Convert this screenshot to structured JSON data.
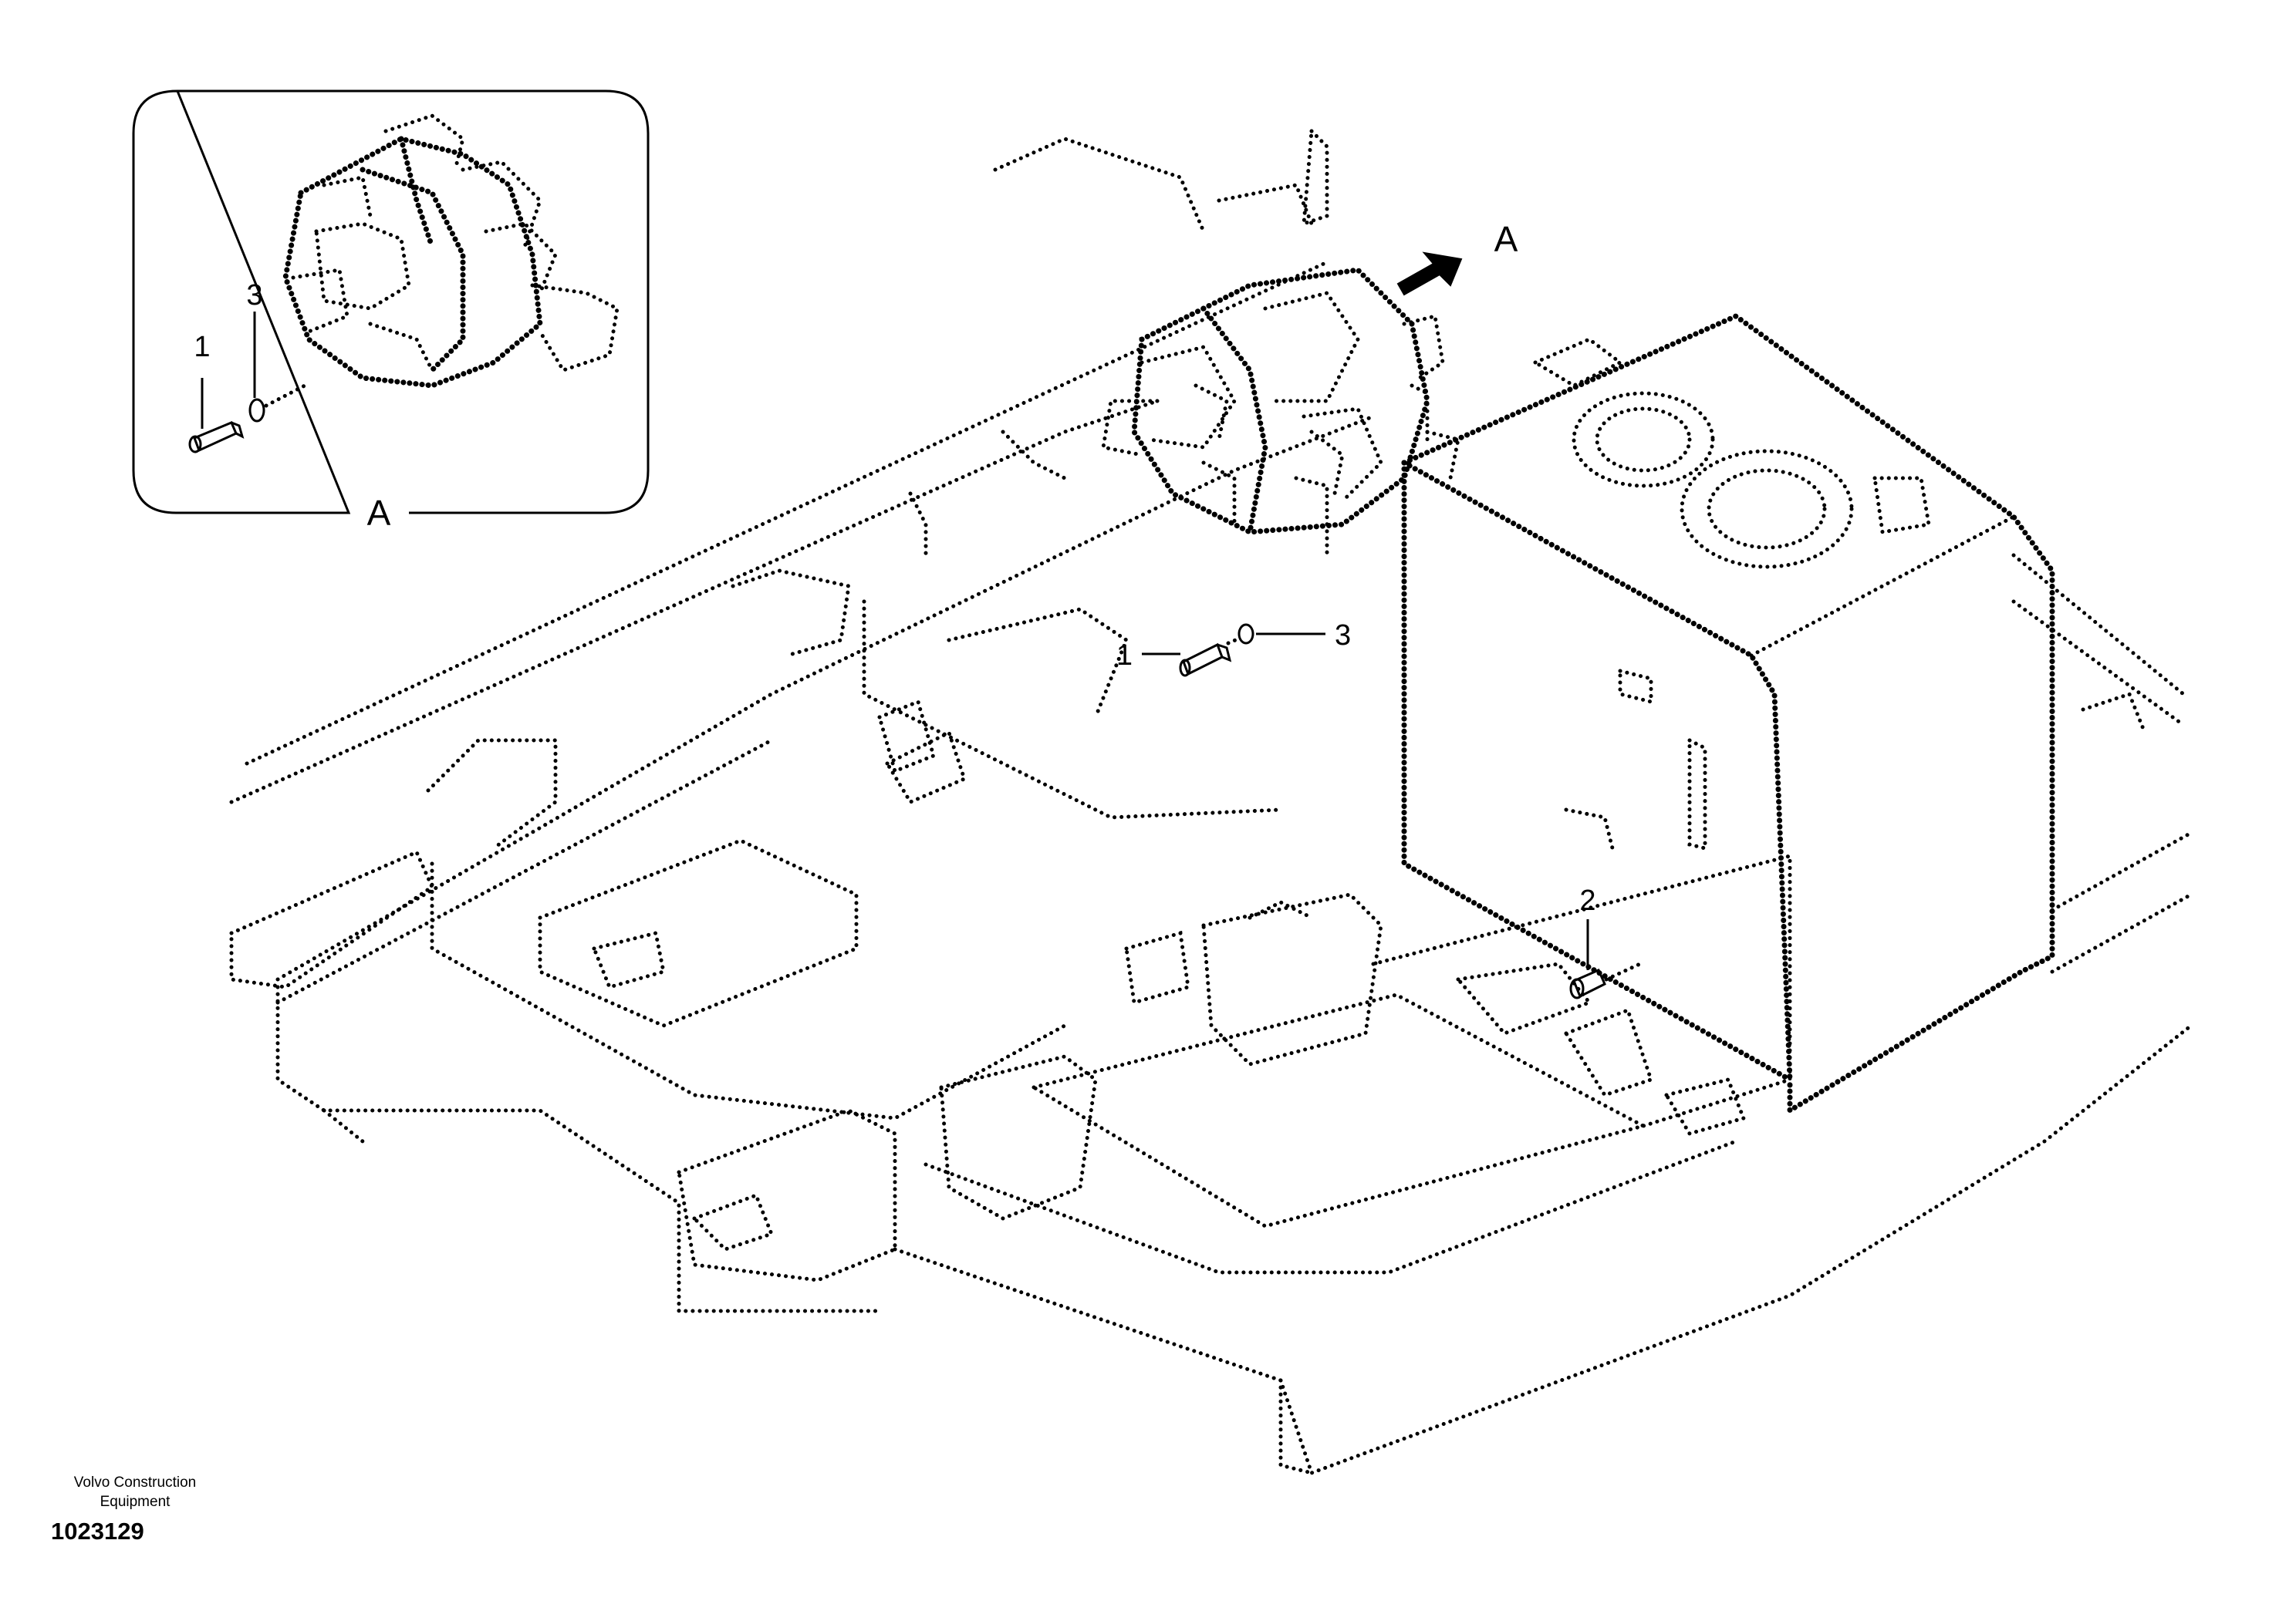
{
  "detail_view": {
    "label": "A",
    "callouts": [
      "1",
      "3"
    ]
  },
  "main_view": {
    "view_arrow_label": "A",
    "callouts": [
      "1",
      "3",
      "2"
    ]
  },
  "footer": {
    "company_line1": "Volvo Construction",
    "company_line2": "Equipment",
    "document_number": "1023129"
  }
}
